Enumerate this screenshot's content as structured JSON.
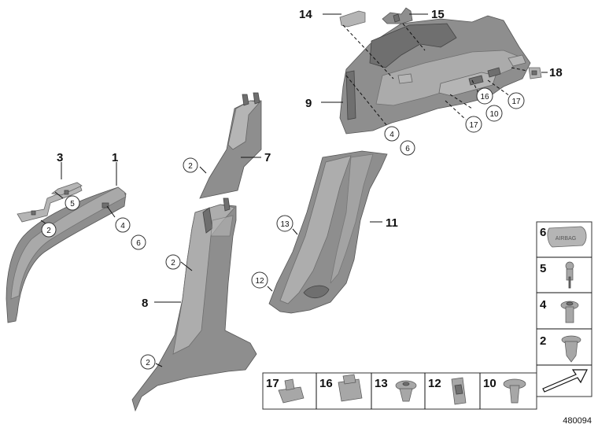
{
  "callouts": {
    "c1": "1",
    "c3": "3",
    "c5": "5",
    "c2a": "2",
    "c4a": "4",
    "c6a": "6",
    "c2b": "2",
    "c7": "7",
    "c2c": "2",
    "c8": "8",
    "c2d": "2",
    "c9": "9",
    "c14": "14",
    "c15": "15",
    "c18": "18",
    "c16": "16",
    "c17a": "17",
    "c10": "10",
    "c17b": "17",
    "c4b": "4",
    "c6b": "6",
    "c13": "13",
    "c11": "11",
    "c12": "12"
  },
  "legend": {
    "right": [
      "6",
      "5",
      "4",
      "2"
    ],
    "bottom": [
      "17",
      "16",
      "13",
      "12",
      "10"
    ]
  },
  "airbag_text": "AIRBAG",
  "reference": "480094"
}
